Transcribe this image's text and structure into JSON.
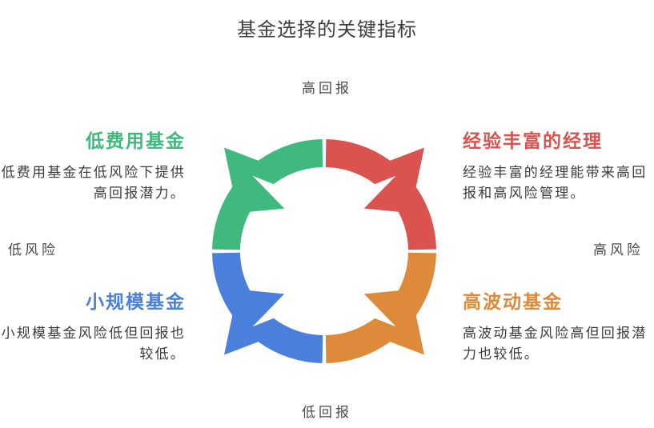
{
  "title": "基金选择的关键指标",
  "axes": {
    "top": "高回报",
    "bottom": "低回报",
    "left": "低风险",
    "right": "高风险"
  },
  "quadrants": [
    {
      "id": "low-fee-fund",
      "position": "top-left",
      "heading": "低费用基金",
      "body": "低费用基金在低风险下提供\n高回报潜力。",
      "color": "#3FB97D"
    },
    {
      "id": "experienced-manager",
      "position": "top-right",
      "heading": "经验丰富的经理",
      "body": "经验丰富的经理能带来高回\n报和高风险管理。",
      "color": "#DA534E"
    },
    {
      "id": "small-fund",
      "position": "bottom-left",
      "heading": "小规模基金",
      "body": "小规模基金风险低但回报也\n较低。",
      "color": "#4A80DB"
    },
    {
      "id": "high-volatility-fund",
      "position": "bottom-right",
      "heading": "高波动基金",
      "body": "高波动基金风险高但回报潜\n力也较低。",
      "color": "#DE8A3B"
    }
  ],
  "diagram": {
    "type": "quadrant-cycle",
    "description": "four arc segments forming a ring, each with an arrow pointing to the center",
    "background": "#FFFFFF"
  }
}
